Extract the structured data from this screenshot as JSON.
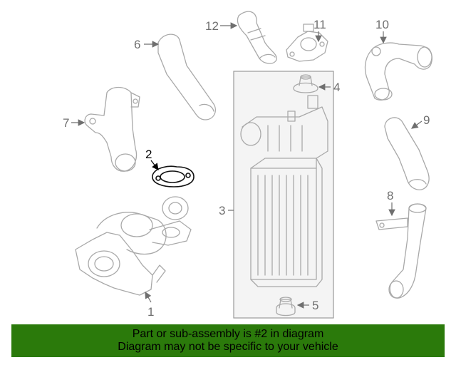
{
  "callouts": {
    "c1": "1",
    "c2": "2",
    "c3": "3",
    "c4": "4",
    "c5": "5",
    "c6": "6",
    "c7": "7",
    "c8": "8",
    "c9": "9",
    "c10": "10",
    "c11": "11",
    "c12": "12"
  },
  "highlighted_part": "2",
  "colors": {
    "banner_bg": "#2b7a0b",
    "line_art": "#a9a9a9",
    "highlight": "#000000"
  },
  "banner": {
    "line1": "Part or sub-assembly is #2 in diagram",
    "line2": "Diagram may not be specific to your vehicle"
  }
}
